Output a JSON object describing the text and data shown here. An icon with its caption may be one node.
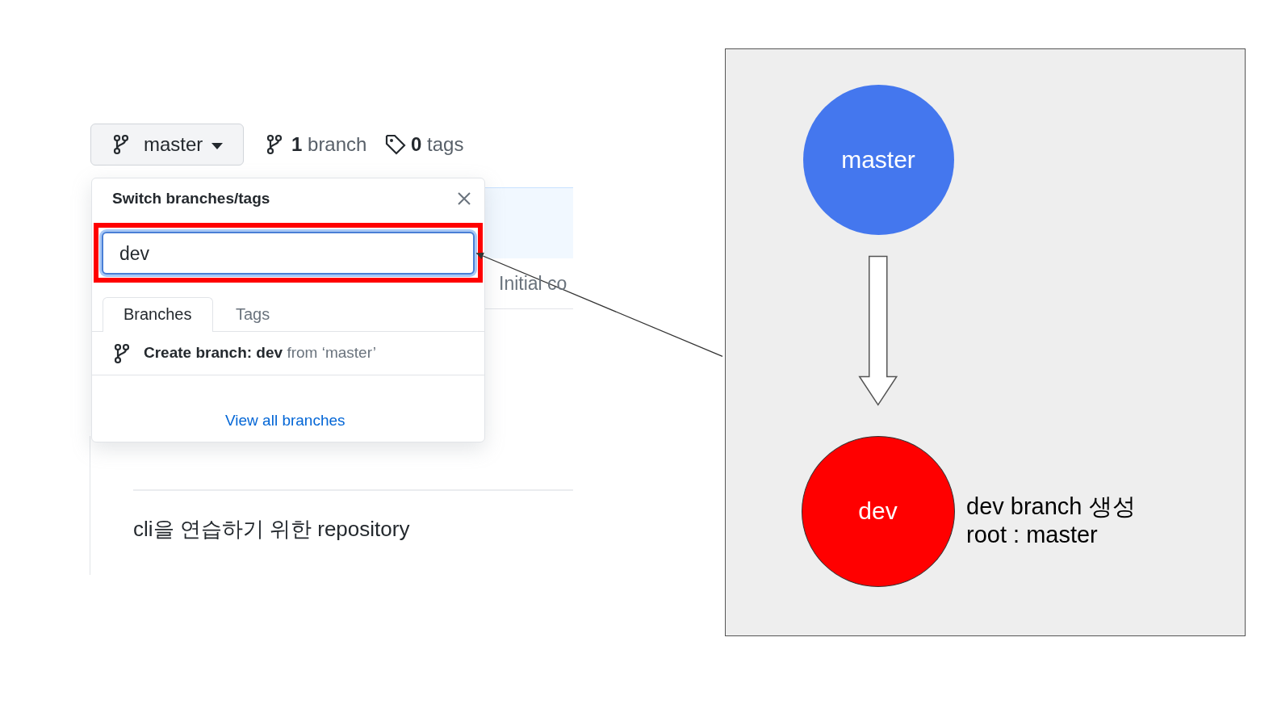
{
  "diagram": {
    "nodes": [
      {
        "text": [],
        "shape": "box"
      },
      {
        "text": [
          "master"
        ],
        "in": 0
      },
      {
        "text": [
          "dev"
        ],
        "in": 0,
        "beside": [
          "dev branch 생성",
          "root : master"
        ]
      },
      {
        "text": [
          "dev"
        ]
      }
    ],
    "edges": [
      {
        "from": 1,
        "to": 2,
        "arrow": "to"
      },
      {
        "from": 0,
        "to": 3,
        "arrow": "to"
      }
    ],
    "labels": [
      "master",
      "**1** branch",
      "**0** tags",
      "Switch branches/tags",
      "Branches",
      "Tags",
      "**Create branch: dev** from ‘master’",
      "View all branches",
      "Initial co",
      "cli을 연습하기 위한 repository"
    ]
  }
}
